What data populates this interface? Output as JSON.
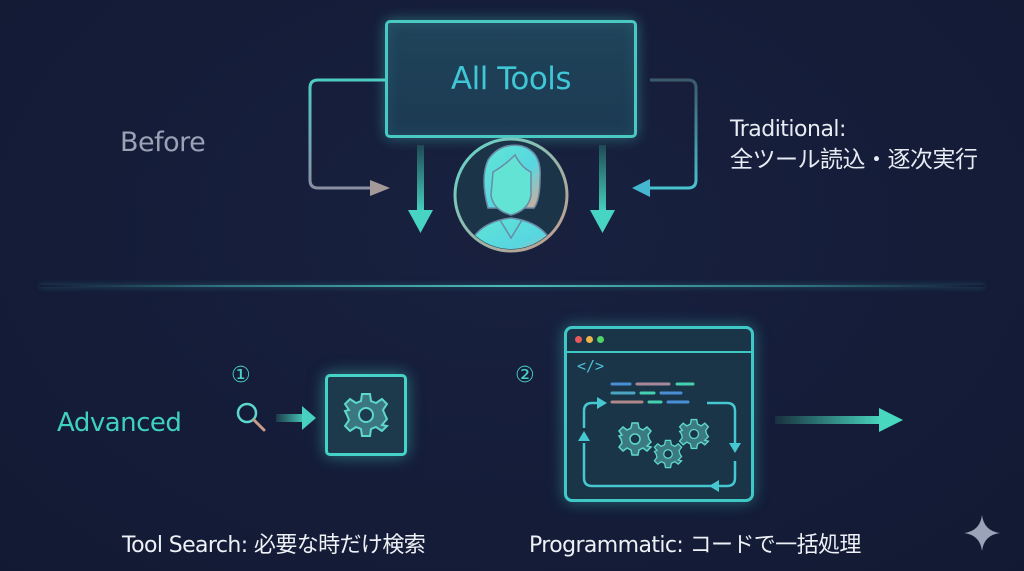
{
  "before": {
    "label": "Before",
    "box_title": "All Tools",
    "description_line1": "Traditional:",
    "description_line2": "全ツール読込・逐次実行",
    "icons": [
      "user-avatar-icon",
      "loop-arrow-left-icon",
      "loop-arrow-right-icon",
      "down-arrow-icon"
    ]
  },
  "advanced": {
    "label": "Advanced",
    "step1": {
      "number": "①",
      "caption": "Tool Search: 必要な時だけ検索",
      "icons": [
        "search-icon",
        "right-arrow-icon",
        "gear-icon"
      ]
    },
    "step2": {
      "number": "②",
      "caption": "Programmatic: コードで一括処理",
      "code_tag": "</>",
      "icons": [
        "code-window-icon",
        "gears-icon",
        "cycle-arrows-icon",
        "output-arrow-icon"
      ]
    }
  },
  "colors": {
    "background": "#141c38",
    "accent_teal": "#45d3c8",
    "accent_cyan": "#3fc7d6",
    "muted_text": "#9aa2b6",
    "text": "#e8ecf3"
  },
  "watermark": {
    "icon": "sparkle-icon"
  }
}
